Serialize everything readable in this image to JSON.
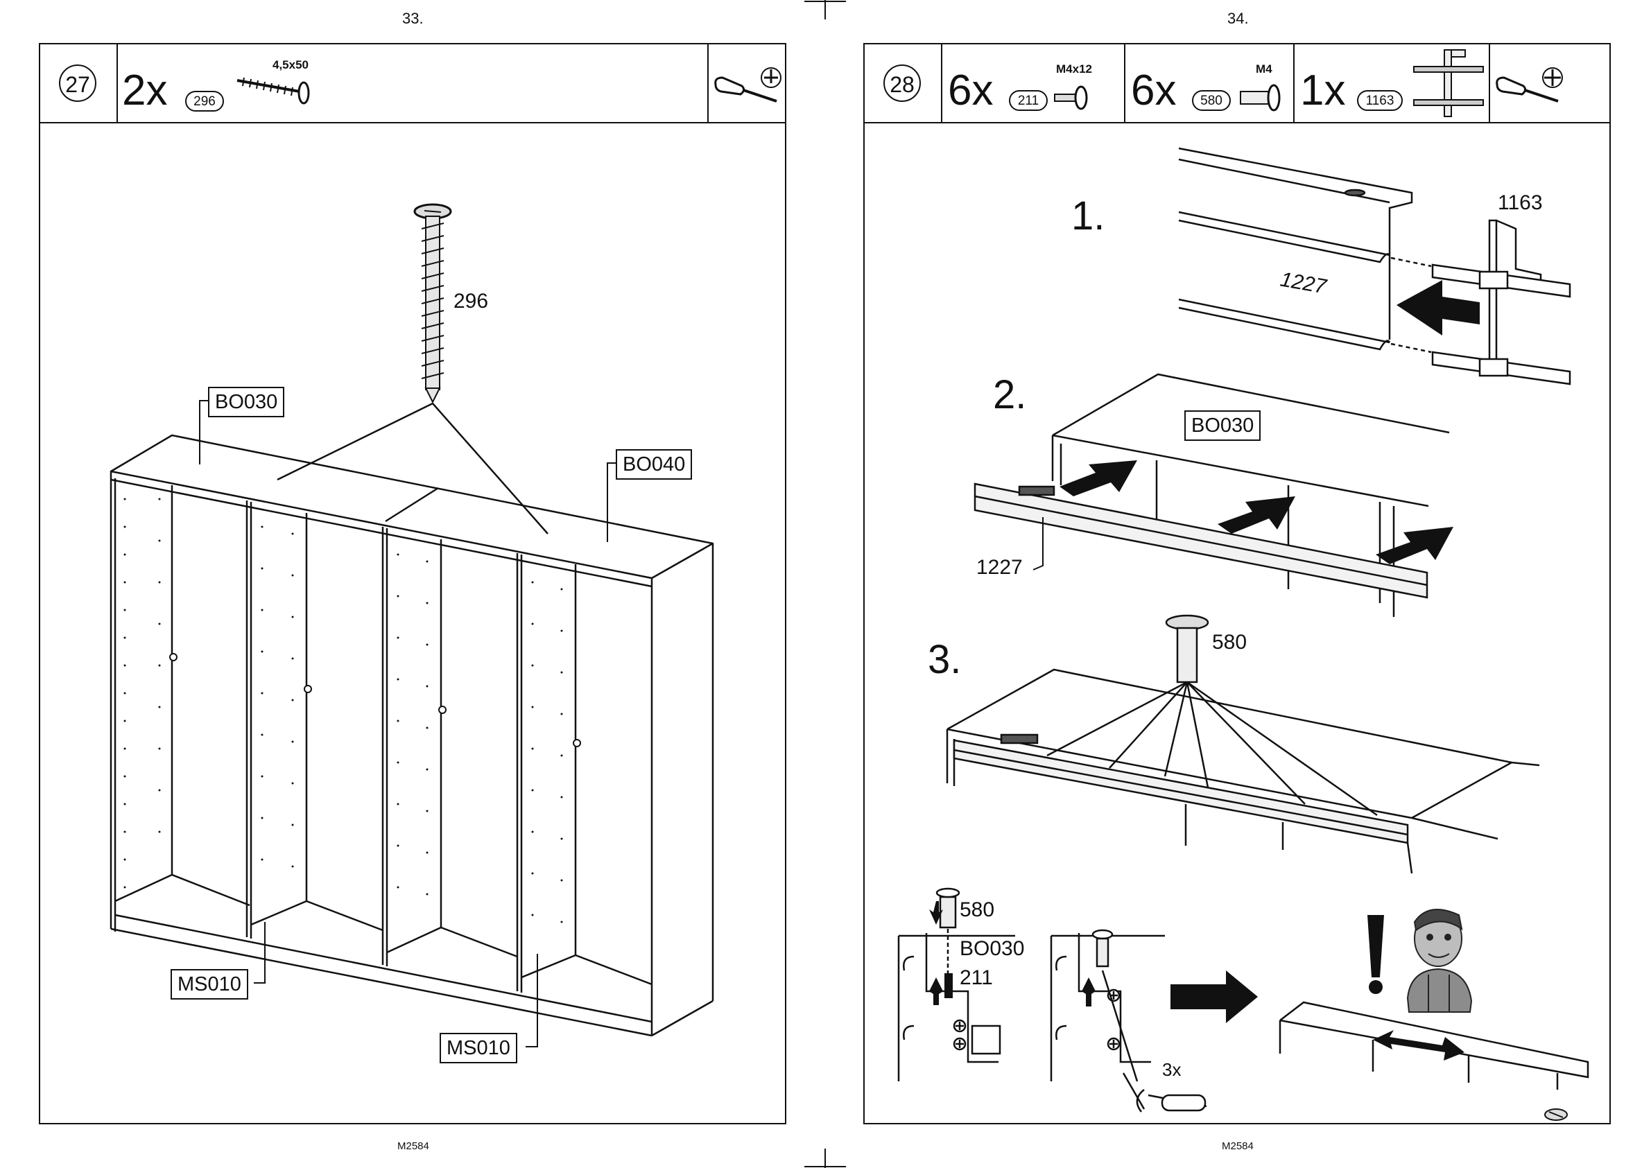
{
  "left_page": {
    "page_number": "33.",
    "footer": "M2584",
    "step": "27",
    "hardware": {
      "qty": "2x",
      "part": "296",
      "spec": "4,5x50"
    },
    "labels": {
      "screw": "296",
      "top_left": "BO030",
      "top_right": "BO040",
      "side_left": "MS010",
      "side_right": "MS010"
    }
  },
  "right_page": {
    "page_number": "34.",
    "footer": "M2584",
    "step": "28",
    "hardware": [
      {
        "qty": "6x",
        "part": "211",
        "spec": "M4x12"
      },
      {
        "qty": "6x",
        "part": "580",
        "spec": "M4"
      },
      {
        "qty": "1x",
        "part": "1163",
        "spec": ""
      }
    ],
    "substeps": [
      "1.",
      "2.",
      "3."
    ],
    "labels": {
      "bracket": "1163",
      "rail": "1227",
      "rail2": "1227",
      "panel": "BO030",
      "screw": "580",
      "detail_screw": "580",
      "detail_panel": "BO030",
      "detail_screw2": "211",
      "turns": "3x"
    },
    "alert": "!"
  }
}
